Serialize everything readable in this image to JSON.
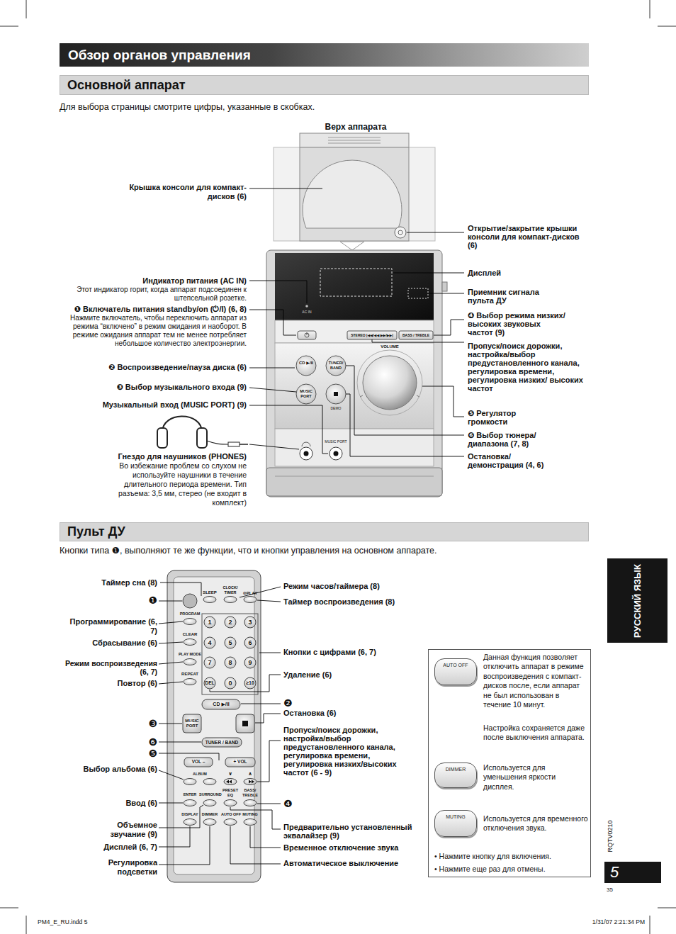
{
  "diagram": {
    "title": "Обзор органов управления",
    "nodes": [
      {
        "text": [
          "Основной аппарат"
        ]
      },
      {
        "text": [
          "Пульт ДУ"
        ]
      },
      {
        "text": [
          "РУССКИЙ ЯЗЫК"
        ]
      },
      {
        "text": [
          "Данная функция позволяет отключить аппарат в режиме воспроизведения с компакт-дисков после, если аппарат не был использован в течение 10 минут.",
          "Настройка сохраняется даже после выключения аппарата.",
          "Используется для уменьшения яркости дисплея.",
          "Используется для временного отключения звука.",
          "• Нажмите кнопку для включения.",
          "• Нажмите еще раз для отмены."
        ]
      },
      {
        "text": [
          "AUTO OFF"
        ],
        "in": 3
      },
      {
        "text": [
          "DIMMER"
        ],
        "in": 3
      },
      {
        "text": [
          "MUTING"
        ],
        "in": 3
      },
      {
        "text": [
          "5"
        ]
      }
    ],
    "labels": [
      "Для выбора страницы смотрите цифры, указанные в скобках.",
      "Верх аппарата",
      "Крышка консоли для компакт-дисков (6)",
      "Открытие/закрытие крышки консоли для компакт-дисков (6)",
      "AC IN",
      "Индикатор питания (AC IN)",
      "Этот индикатор горит, когда аппарат подсоединен к штепсельной розетке.",
      "❶ Включатель питания standby/on (⏻/I) (6, 8)",
      "Нажмите включатель, чтобы переключить аппарат из режима “включено” в режим ожидания и наоборот. В режиме ожидания аппарат тем не менее потребляет небольшое количество электроэнергии.",
      "❷ Воспроизведение/пауза диска (6)",
      "❸ Выбор музыкального входа (9)",
      "Музыкальный вход (MUSIC PORT) (9)",
      "Гнездо для наушников (PHONES)",
      "Во избежание проблем со слухом не используйте наушники в течение длительного периода времени. Тип разъема: 3,5 мм, стерео (не входит в комплект)",
      "Дисплей",
      "Приемник сигнала пульта ДУ",
      "❹ Выбор режима низких/высоких звуковых частот (9)",
      "Пропуск/поиск дорожки, настройка/выбор предустановленного канала, регулировка времени, регулировка низких/ высоких частот",
      "❺ Регулятор громкости",
      "❻ Выбор тюнера/ диапазона (7, 8)",
      "Остановка/ демонстрация (4, 6)",
      "CD ▶/II",
      "TUNER/ BAND",
      "MUSIC PORT",
      "DEMO",
      "VOLUME",
      "BASS / TREBLE",
      "STEREO |◀◀/◀◀ ▶▶/▶▶|",
      "MUSIC PORT",
      "Кнопки типа ❶, выполняют те же функции, что и кнопки управления на основном аппарате.",
      "Таймер сна (8)",
      "❶",
      "Программирование (6, 7)",
      "Сбрасывание (6)",
      "Режим воспроизведения (6, 7)",
      "Повтор (6)",
      "❸",
      "❻",
      "❺",
      "Выбор альбома (6)",
      "Ввод (6)",
      "Объемное звучание (9)",
      "Дисплей (6, 7)",
      "Регулировка подсветки",
      "Режим часов/таймера (8)",
      "Таймер воспроизведения (8)",
      "Кнопки с цифрами (6, 7)",
      "Удаление (6)",
      "❷",
      "Остановка (6)",
      "Пропуск/поиск дорожки, настройка/выбор предустановленного канала, регулировка времени, регулировка низких/высоких частот (6 - 9)",
      "❹",
      "Предварительно установленный эквалайзер (9)",
      "Временное отключение звука",
      "Автоматическое выключение",
      "SLEEP",
      "CLOCK/ TIMER",
      "⊙PLAY",
      "PROGRAM",
      "CLEAR",
      "PLAY MODE",
      "REPEAT",
      "1",
      "2",
      "3",
      "4",
      "5",
      "6",
      "7",
      "8",
      "9",
      "DEL",
      "0",
      "≥10",
      "CD ▶/II",
      "MUSIC PORT",
      "TUNER / BAND",
      "VOL –",
      "+ VOL",
      "ALBUM",
      "∨",
      "∧",
      "ENTER",
      "SURROUND",
      "PRESET EQ",
      "BASS/ TREBLE",
      "DISPLAY",
      "DIMMER",
      "AUTO OFF",
      "MUTING",
      "RQTV0210",
      "35",
      "PM4_E_RU.indd 5",
      "1/31/07 2:21:34 PM"
    ]
  }
}
